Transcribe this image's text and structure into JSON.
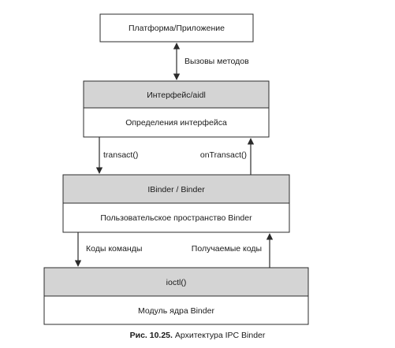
{
  "diagram": {
    "nodes": [
      {
        "id": "platform",
        "label": "Платформа/Приложение"
      },
      {
        "id": "interface",
        "header": "Интерфейс/aidl",
        "label": "Определения интерфейса"
      },
      {
        "id": "binder",
        "header": "IBinder / Binder",
        "label": "Пользовательское пространство Binder"
      },
      {
        "id": "kernel",
        "header": "ioctl()",
        "label": "Модуль ядра Binder"
      }
    ],
    "edges": [
      {
        "from": "platform",
        "to": "interface",
        "label": "Вызовы методов",
        "direction": "both"
      },
      {
        "from": "interface",
        "to": "binder",
        "label": "transact()",
        "direction": "down"
      },
      {
        "from": "binder",
        "to": "interface",
        "label": "onTransact()",
        "direction": "up"
      },
      {
        "from": "binder",
        "to": "kernel",
        "label": "Коды команды",
        "direction": "down"
      },
      {
        "from": "kernel",
        "to": "binder",
        "label": "Получаемые коды",
        "direction": "up"
      }
    ],
    "colors": {
      "header_fill": "#d4d4d4",
      "box_fill": "#ffffff",
      "stroke": "#2b2b2b"
    }
  },
  "caption": {
    "prefix": "Рис. 10.25.",
    "text": "Архитектура IPC Binder"
  }
}
